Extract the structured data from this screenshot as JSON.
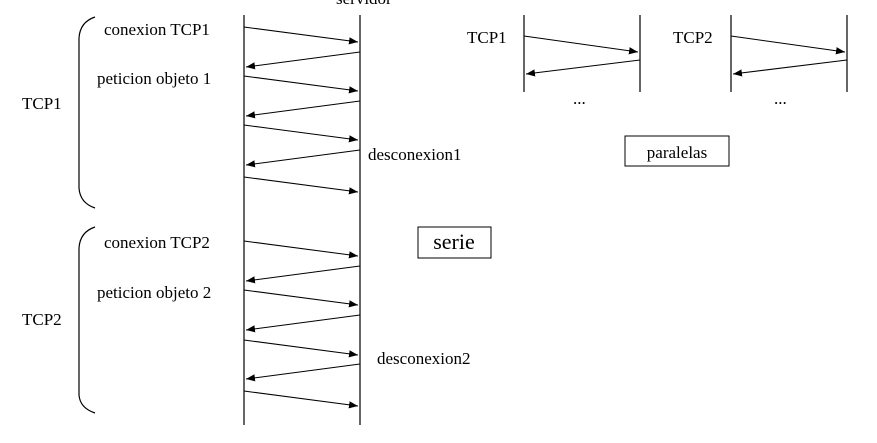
{
  "top_label": "servidor",
  "serial": {
    "group1": {
      "brace_label": "TCP1",
      "open_label": "conexion TCP1",
      "request_label": "peticion objeto 1",
      "close_label": "desconexion1"
    },
    "group2": {
      "brace_label": "TCP2",
      "open_label": "conexion TCP2",
      "request_label": "peticion objeto 2",
      "close_label": "desconexion2"
    },
    "caption": "serie"
  },
  "parallel": {
    "conn1_label": "TCP1",
    "conn2_label": "TCP2",
    "ellipsis1": "...",
    "ellipsis2": "...",
    "caption": "paralelas"
  }
}
